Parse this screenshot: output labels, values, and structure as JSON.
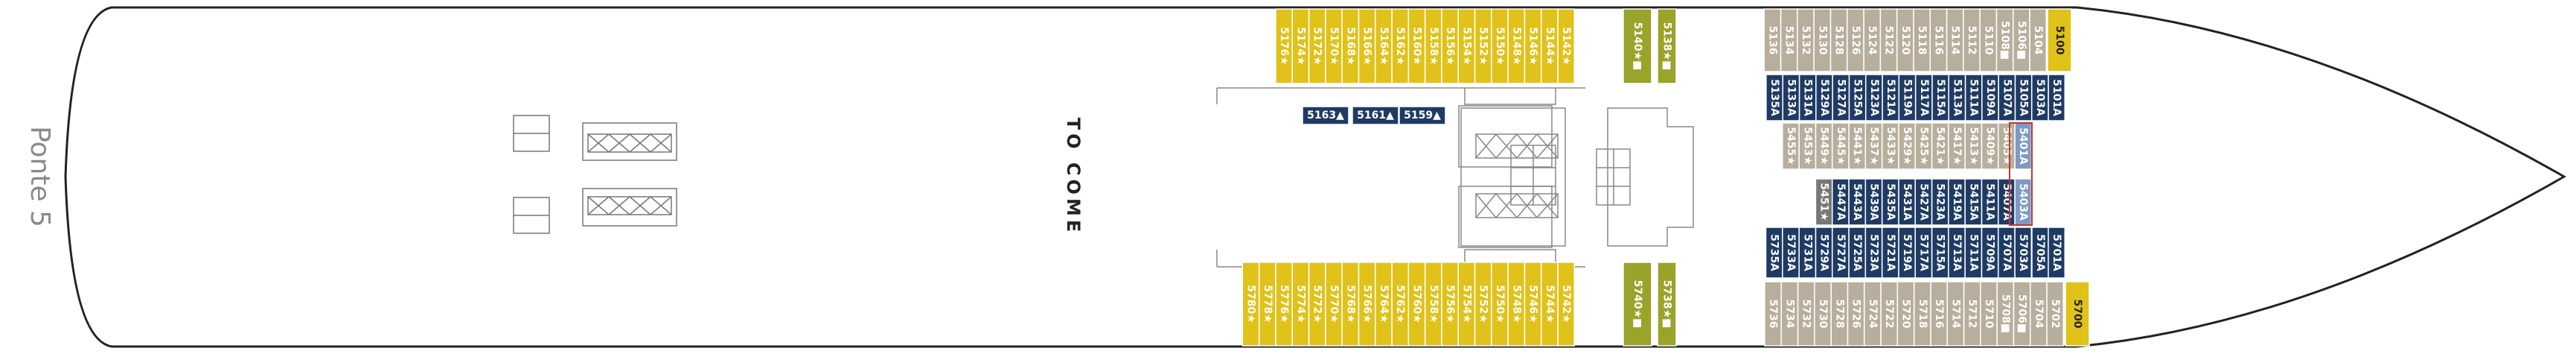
{
  "deck": {
    "name": "Ponte 5",
    "center_note": "TO COME"
  },
  "colors": {
    "yellow": "#e0c21a",
    "olive": "#9aa32a",
    "tan": "#b8ae9c",
    "navy": "#1f3b64",
    "lightblue": "#7f98c4",
    "gray": "#777777",
    "hull": "#222222",
    "white": "#ffffff",
    "red": "#c0392b"
  },
  "cabins": {
    "yellow_top": [
      "5142★",
      "5144★",
      "5146★",
      "5148★",
      "5150★",
      "5152★",
      "5154★",
      "5156★",
      "5158★",
      "5160★",
      "5162★",
      "5164★",
      "5166★",
      "5168★",
      "5170★",
      "5172★",
      "5174★",
      "5176★"
    ],
    "yellow_bottom": [
      "5742★",
      "5744★",
      "5746★",
      "5748★",
      "5750★",
      "5752★",
      "5754★",
      "5756★",
      "5758★",
      "5760★",
      "5762★",
      "5764★",
      "5766★",
      "5768★",
      "5770★",
      "5772★",
      "5774★",
      "5776★",
      "5778★",
      "5780★"
    ],
    "olive_top": [
      "5138★■",
      "5140★■"
    ],
    "olive_bottom": [
      "5738★■",
      "5740★■"
    ],
    "tan_top": [
      "5104",
      "5106■",
      "5108■",
      "5110",
      "5112",
      "5114",
      "5116",
      "5118",
      "5120",
      "5122",
      "5124",
      "5126",
      "5128",
      "5130",
      "5132",
      "5134",
      "5136"
    ],
    "tan_bottom": [
      "5702",
      "5704",
      "5706■",
      "5708■",
      "5710",
      "5712",
      "5714",
      "5716",
      "5718",
      "5720",
      "5722",
      "5724",
      "5726",
      "5728",
      "5730",
      "5732",
      "5734",
      "5736"
    ],
    "corner_top": "5100",
    "corner_bottom": "5700",
    "navy_row1": [
      "5101A",
      "5103A",
      "5105A",
      "5107A",
      "5109A",
      "5111A",
      "5113A",
      "5115A",
      "5117A",
      "5119A",
      "5121A",
      "5123A",
      "5125A",
      "5127A",
      "5129A",
      "5131A",
      "5133A",
      "5135A"
    ],
    "row2": [
      "5401A",
      "5405★",
      "5409★",
      "5413★",
      "5417★",
      "5421★",
      "5425★",
      "5429★",
      "5433★",
      "5437★",
      "5441★",
      "5445★",
      "5449★",
      "5453★",
      "5455★"
    ],
    "row3": [
      "5403A",
      "5407A",
      "5411A",
      "5415A",
      "5419A",
      "5423A",
      "5427A",
      "5431A",
      "5435A",
      "5439A",
      "5443A",
      "5447A",
      "5451★"
    ],
    "row4": [
      "5703A",
      "5707A",
      "5709A",
      "5711A",
      "5713A",
      "5715A",
      "5717A",
      "5719A",
      "5721A",
      "5723A",
      "5725A",
      "5727A",
      "5729A",
      "5731A",
      "5733A",
      "5735A"
    ],
    "row4_extra": "5705A",
    "row4_front": "5701A",
    "mid_cabins": [
      "5163▲",
      "5161▲",
      "5159▲"
    ]
  }
}
